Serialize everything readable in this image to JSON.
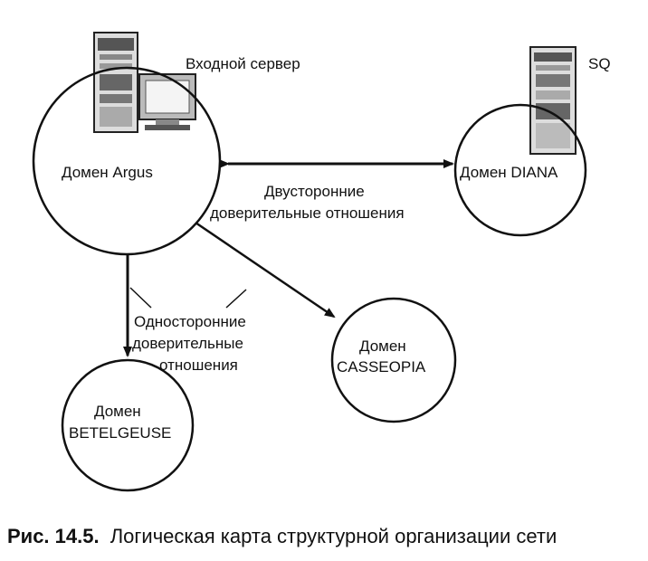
{
  "diagram": {
    "server_label": "Входной сервер",
    "sq_label": "SQ",
    "domains": {
      "argus": "Домен Argus",
      "diana": "Домен DIANA",
      "casseopia_line1": "Домен",
      "casseopia_line2": "CASSEOPIA",
      "betelgeuse_line1": "Домен",
      "betelgeuse_line2": "BETELGEUSE"
    },
    "two_way": {
      "line1": "Двусторонние",
      "line2": "доверительные отношения"
    },
    "one_way": {
      "line1": "Односторонние",
      "line2": "доверительные",
      "line3": "отношения"
    }
  },
  "caption": {
    "label": "Рис. 14.5.",
    "text": "Логическая карта структурной организации сети"
  },
  "icons": [
    "server-tower-icon",
    "monitor-icon",
    "server-rack-icon"
  ]
}
